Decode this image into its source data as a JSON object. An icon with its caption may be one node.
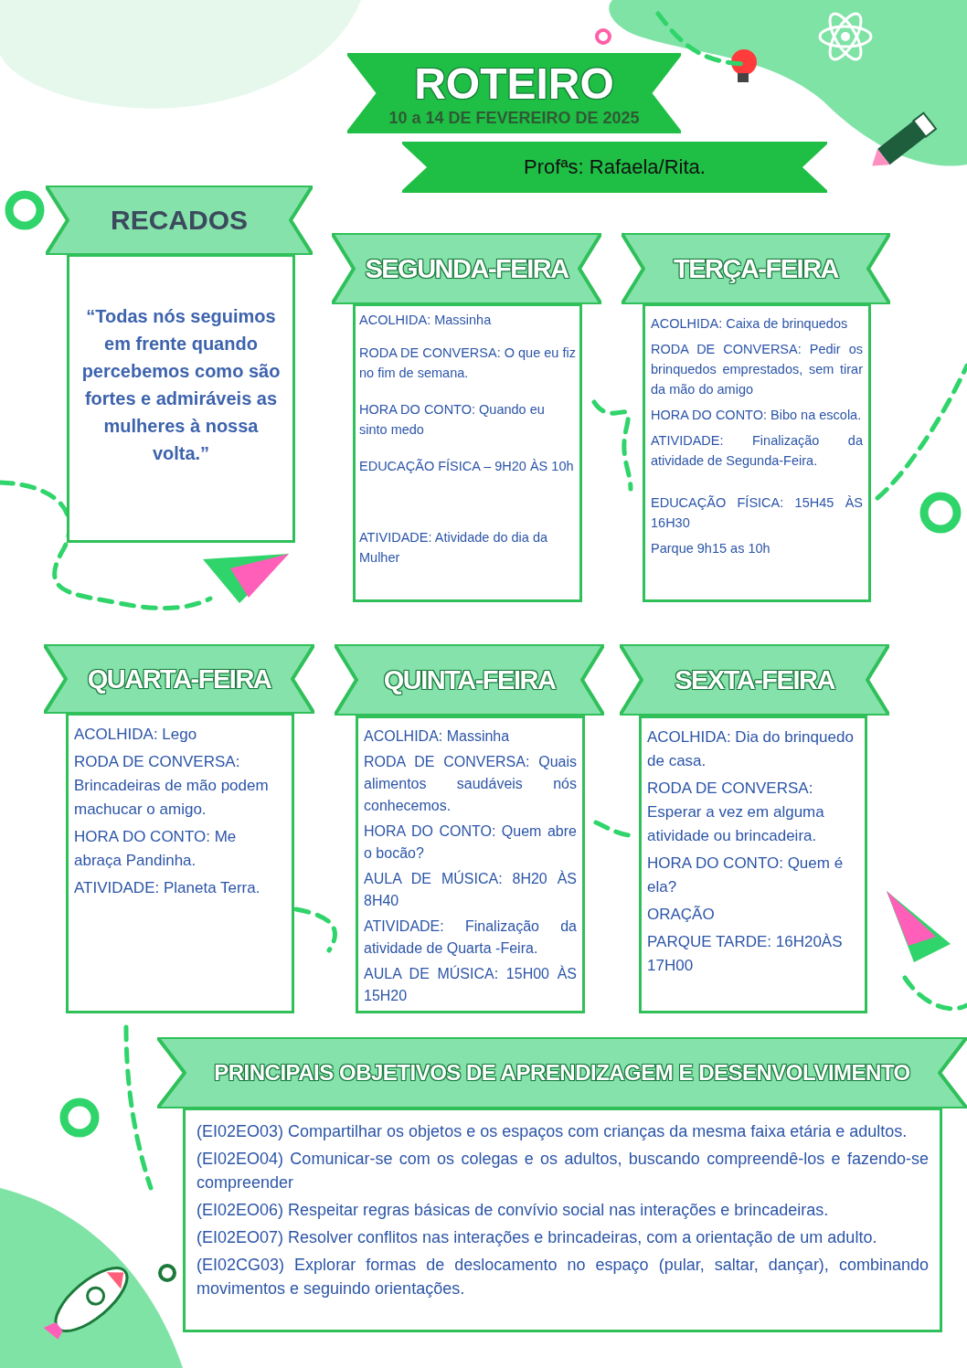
{
  "diagram": {
    "nodes": [
      {
        "text": [
          "ROTEIRO",
          "10 a 14 DE FEVEREIRO DE 2025"
        ]
      },
      {
        "text": [
          "Profªs: Rafaela/Rita."
        ]
      },
      {
        "text": [
          "RECADOS",
          "“Todas nós seguimos em frente quando percebemos como são fortes e admiráveis as mulheres à nossa volta.”"
        ]
      },
      {
        "text": [
          "SEGUNDA-FEIRA",
          "ACOLHIDA: Massinha",
          "RODA DE CONVERSA: O que eu fiz no fim de semana.",
          "HORA DO CONTO: Quando eu sinto medo",
          "EDUCAÇÃO FÍSICA – 9H20 ÀS 10h",
          "ATIVIDADE: Atividade do dia da Mulher"
        ]
      },
      {
        "text": [
          "TERÇA-FEIRA",
          "ACOLHIDA: Caixa de brinquedos",
          "RODA DE CONVERSA: Pedir os brinquedos emprestados, sem tirar da mão do amigo",
          "HORA DO CONTO: Bibo na escola.",
          "ATIVIDADE: Finalização da atividade de Segunda-Feira.",
          "EDUCAÇÃO FÍSICA: 15H45 ÀS 16H30",
          "Parque 9h15 as 10h"
        ]
      },
      {
        "text": [
          "QUARTA-FEIRA",
          "ACOLHIDA: Lego",
          "RODA DE CONVERSA: Brincadeiras de mão podem machucar o amigo.",
          "HORA DO CONTO: Me abraça Pandinha.",
          "ATIVIDADE: Planeta Terra."
        ]
      },
      {
        "text": [
          "QUINTA-FEIRA",
          "ACOLHIDA: Massinha",
          "RODA DE CONVERSA: Quais alimentos saudáveis nós conhecemos.",
          "HORA DO CONTO: Quem abre o bocão?",
          "AULA DE MÚSICA: 8H20 ÀS 8H40",
          "ATIVIDADE: Finalização da atividade de Quarta -Feira.",
          "AULA DE MÚSICA: 15H00 ÀS 15H20"
        ]
      },
      {
        "text": [
          "SEXTA-FEIRA",
          "ACOLHIDA: Dia do brinquedo de casa.",
          "RODA DE CONVERSA: Esperar a vez em alguma atividade ou brincadeira.",
          "HORA DO CONTO: Quem é ela?",
          "ORAÇÃO",
          "PARQUE TARDE: 16H20ÀS 17H00"
        ]
      },
      {
        "text": [
          "PRINCIPAIS OBJETIVOS DE APRENDIZAGEM E DESENVOLVIMENTO",
          "(EI02EO03) Compartilhar os objetos e os espaços com crianças da mesma faixa etária e adultos.",
          "(EI02EO04) Comunicar-se com os colegas e os adultos, buscando compreendê-los e fazendo-se compreender",
          "(EI02EO06) Respeitar regras básicas de convívio social nas interações e brincadeiras.",
          "(EI02EO07) Resolver conflitos nas interações e brincadeiras, com a orientação de um adulto.",
          "(EI02CG03) Explorar formas de deslocamento no espaço (pular, saltar, dançar), combinando movimentos e seguindo orientações."
        ]
      }
    ],
    "edges": []
  }
}
